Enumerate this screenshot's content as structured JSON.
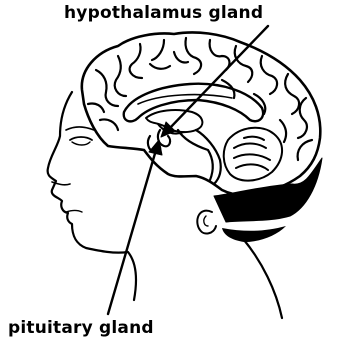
{
  "labels": {
    "hypothalamus": "hypothalamus gland",
    "pituitary": "pituitary gland"
  },
  "icons": {
    "illustration": "head-brain-sagittal-drawing",
    "hypothalamus_arrow": "arrow-icon",
    "pituitary_arrow": "arrow-icon"
  },
  "colors": {
    "ink": "#000000",
    "background": "#ffffff"
  }
}
